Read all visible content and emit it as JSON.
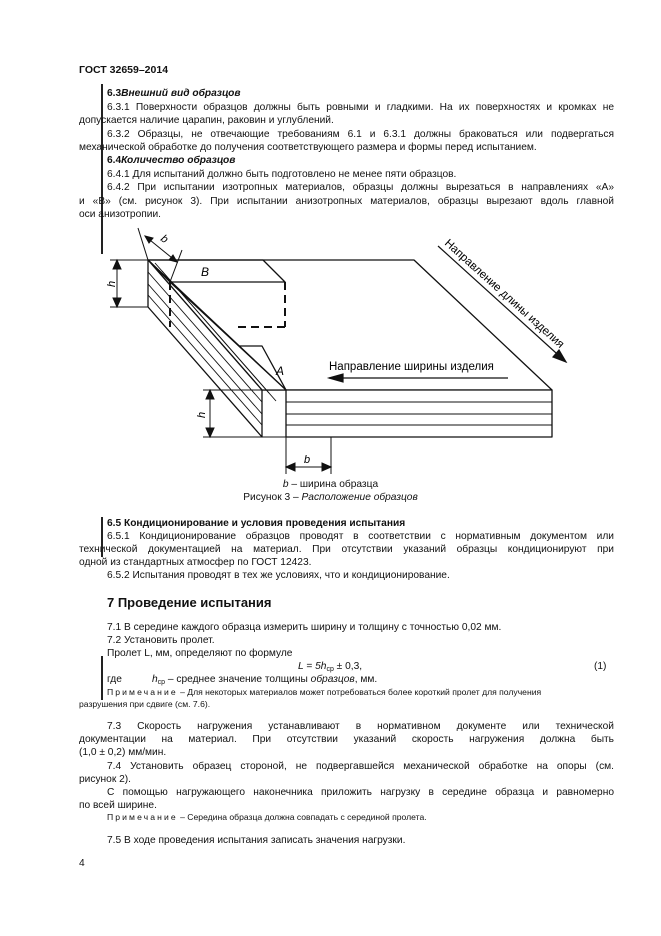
{
  "header": {
    "doc_id": "ГОСТ 32659–2014"
  },
  "s63": {
    "title_num": "6.3",
    "title_text": "Внешний вид образцов",
    "p1a": "6.3.1 Поверхности образцов должны быть ровными и гладкими. На их поверхностях и кромках не",
    "p1b": "допускается наличие царапин, раковин и углублений.",
    "p2a": "6.3.2 Образцы, не отвечающие требованиям 6.1 и 6.3.1 должны браковаться или подвергаться",
    "p2b": "механической обработке до получения соответствующего размера и формы перед испытанием."
  },
  "s64": {
    "title_num": "6.4",
    "title_text": "Количество образцов",
    "p1": "6.4.1 Для испытаний должно быть подготовлено не менее пяти образцов.",
    "p2a": "6.4.2 При испытании изотропных материалов, образцы должны вырезаться в направлениях «А»",
    "p2b": "и «В» (см. рисунок 3). При испытании анизотропных материалов, образцы вырезают вдоль главной",
    "p2c": "оси анизотропии."
  },
  "figure": {
    "label_b_top": "b",
    "label_h_left": "h",
    "label_h_bottom": "h",
    "label_b_bottom": "b",
    "label_A": "A",
    "label_B": "B",
    "dir_length": "Направление длины изделия",
    "dir_width": "Направление ширины изделия",
    "legend_b": "b",
    "legend_text": " – ширина образца",
    "caption_prefix": "Рисунок 3 – ",
    "caption_text": "Расположение образцов"
  },
  "s65": {
    "title": "6.5 Кондиционирование и условия проведения испытания",
    "p1a": "6.5.1 Кондиционирование образцов проводят в соответствии с нормативным документом или",
    "p1b": "технической документацией на материал. При отсутствии указаний образцы кондиционируют при",
    "p1c": "одной из стандартных атмосфер по ГОСТ 12423.",
    "p2": "6.5.2 Испытания проводят в тех же условиях, что и кондиционирование."
  },
  "s7": {
    "title": "7 Проведение испытания",
    "p71": "7.1 В середине каждого образца измерить ширину и толщину с точностью 0,02 мм.",
    "p72": "7.2  Установить пролет.",
    "p72b": "Пролет L, мм, определяют по формуле",
    "formula_pre": "L = 5h",
    "formula_sub": "ср",
    "formula_post": " ± 0,3,",
    "formula_num": "(1)",
    "where": "где",
    "where_h": "h",
    "where_sub": "ср",
    "where_text1": " – среднее значение толщины ",
    "where_text_it": "образцов",
    "where_text2": ", мм.",
    "note_label": "Примечание",
    "note1a": " – Для некоторых материалов может потребоваться более короткий пролет для получения",
    "note1b": "разрушения при сдвиге (см. 7.6).",
    "p73a": "7.3  Скорость  нагружения  устанавливают  в  нормативном  документе  или  технической",
    "p73b": "документации  на  материал.  При  отсутствии  указаний  скорость  нагружения  должна  быть",
    "p73c": "(1,0 ± 0,2) мм/мин.",
    "p74a": "7.4 Установить образец стороной, не подвергавшейся механической обработке на опоры (см.",
    "p74b": "рисунок 2).",
    "p74c": "С помощью нагружающего наконечника приложить нагрузку в середине образца и равномерно",
    "p74d": "по всей ширине.",
    "note2": " – Середина образца должна совпадать с серединой пролета.",
    "p75": "7.5 В ходе проведения испытания записать значения нагрузки."
  },
  "footer": {
    "page_number": "4"
  }
}
